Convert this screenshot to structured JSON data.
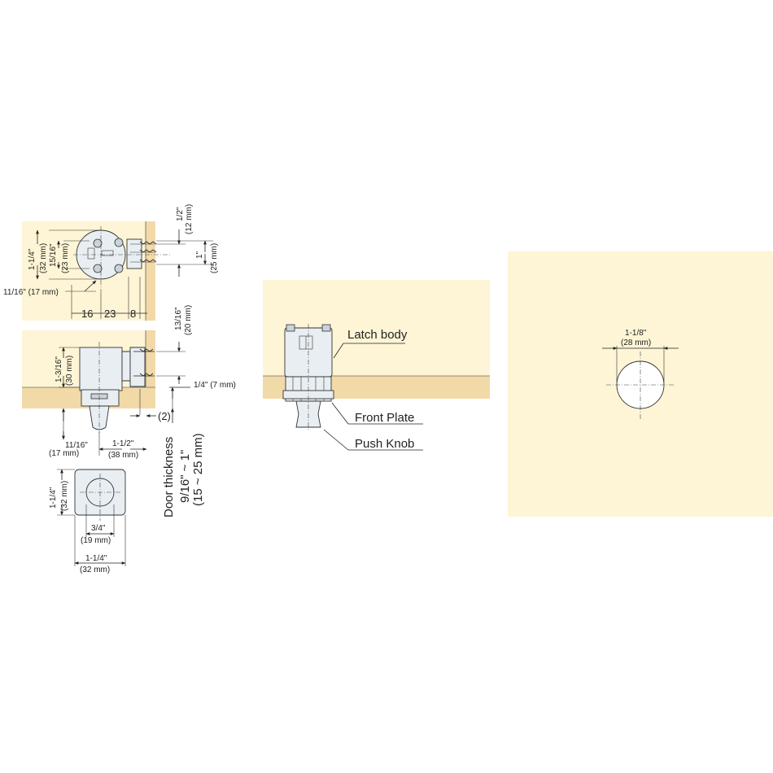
{
  "colors": {
    "cabinet_panel": "#fdf5d6",
    "wood_edge": "#f2d9a8",
    "part_fill": "#e8eef2",
    "line": "#222222"
  },
  "top_view": {
    "dim_1_2_in": "1/2\"",
    "dim_1_2_mm": "(12 mm)",
    "dim_1_in": "1\"",
    "dim_1_mm": "(25 mm)",
    "dim_1_1_4_in": "1-1/4\"",
    "dim_1_1_4_mm": "(32 mm)",
    "dim_15_16_in": "15/16\"",
    "dim_15_16_mm": "(23 mm)",
    "dim_11_16_full": "11/16\" (17 mm)",
    "dim_16": "16",
    "dim_23": "23",
    "dim_8": "8"
  },
  "side_view": {
    "dim_13_16_in": "13/16\"",
    "dim_13_16_mm": "(20 mm)",
    "dim_1_3_16_in": "1-3/16\"",
    "dim_1_3_16_mm": "(30 mm)",
    "dim_1_4_full": "1/4\" (7 mm)",
    "dim_2": "(2)",
    "dim_11_16_in": "11/16\"",
    "dim_11_16_mm": "(17 mm)",
    "dim_1_1_2_in": "1-1/2\"",
    "dim_1_1_2_mm": "(38 mm)",
    "door_thickness": "Door thickness",
    "door_in": "9/16\" ~ 1\"",
    "door_mm": "(15 ~ 25 mm)"
  },
  "knob_view": {
    "dim_1_1_4_in": "1-1/4\"",
    "dim_1_1_4_mm": "(32 mm)",
    "dim_3_4_in": "3/4\"",
    "dim_3_4_mm": "(19 mm)",
    "dim_bottom_in": "1-1/4\"",
    "dim_bottom_mm": "(32 mm)"
  },
  "labeled_view": {
    "latch_body": "Latch body",
    "front_plate": "Front Plate",
    "push_knob": "Push Knob"
  },
  "hole_view": {
    "dim_in": "1-1/8\"",
    "dim_mm": "(28 mm)"
  }
}
